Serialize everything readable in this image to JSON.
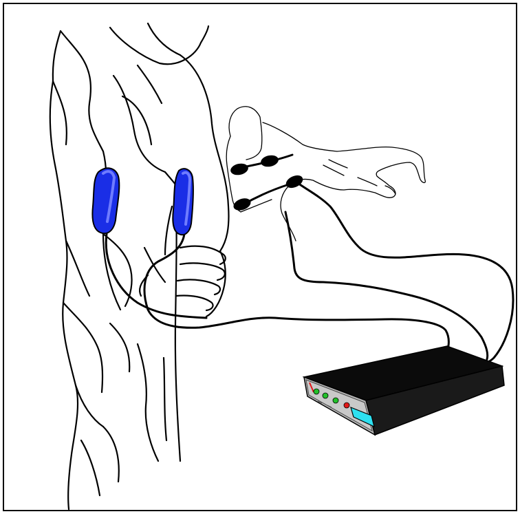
{
  "diagram": {
    "subject": "muscle-stimulation-illustration",
    "colors": {
      "large_electrode": "#1a2ee6",
      "large_electrode_highlight": "#6f7cff",
      "small_electrode": "#000000",
      "device_body": "#0b0b0b",
      "device_panel": "#b7b7b7",
      "device_display": "#2ee0f0",
      "led_green": "#22c02a",
      "led_red": "#e01818"
    },
    "icons": [
      "electrode-pad-icon",
      "stimulator-device-icon",
      "indicator-led-icon"
    ],
    "device": {
      "green_leds": 3,
      "red_leds": 1
    }
  }
}
